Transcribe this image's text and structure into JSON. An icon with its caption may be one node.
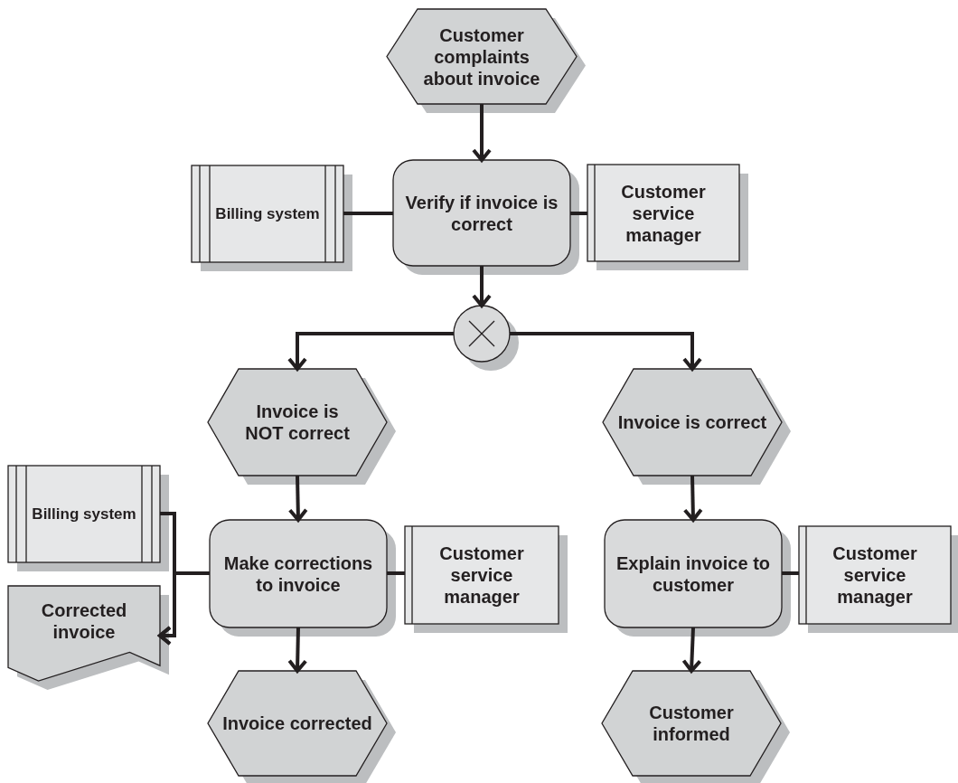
{
  "diagram": {
    "nodes": [
      {
        "text": [
          "Customer complaints about invoice"
        ]
      },
      {
        "text": [
          "Billing system"
        ]
      },
      {
        "text": [
          "Verify if invoice is correct"
        ]
      },
      {
        "text": [
          "Customer service manager"
        ]
      },
      {
        "text": [],
        "shape": "circle"
      },
      {
        "text": [
          "Invoice is NOT correct"
        ]
      },
      {
        "text": [
          "Invoice is correct"
        ]
      },
      {
        "text": [
          "Billing system"
        ]
      },
      {
        "text": [
          "Make corrections to invoice"
        ]
      },
      {
        "text": [
          "Customer service manager"
        ]
      },
      {
        "text": [
          "Corrected invoice"
        ]
      },
      {
        "text": [
          "Invoice corrected"
        ]
      },
      {
        "text": [
          "Explain invoice to customer"
        ]
      },
      {
        "text": [
          "Customer service manager"
        ]
      },
      {
        "text": [
          "Customer informed"
        ]
      }
    ],
    "edges": [
      {
        "from": 0,
        "to": 2,
        "arrow": "to"
      },
      {
        "from": 1,
        "to": 2,
        "arrow": "none"
      },
      {
        "from": 2,
        "to": 3,
        "arrow": "none"
      },
      {
        "from": 2,
        "to": 4,
        "arrow": "to"
      },
      {
        "from": 4,
        "to": 5,
        "arrow": "to"
      },
      {
        "from": 4,
        "to": 6,
        "arrow": "to"
      },
      {
        "from": 5,
        "to": 8,
        "arrow": "to"
      },
      {
        "from": 6,
        "to": 12,
        "arrow": "to"
      },
      {
        "from": 7,
        "to": 10,
        "arrow": "to"
      },
      {
        "from": 8,
        "to": 10,
        "arrow": "to"
      },
      {
        "from": 8,
        "to": 9,
        "arrow": "none"
      },
      {
        "from": 8,
        "to": 11,
        "arrow": "to"
      },
      {
        "from": 12,
        "to": 13,
        "arrow": "none"
      },
      {
        "from": 12,
        "to": 14,
        "arrow": "to"
      }
    ]
  }
}
